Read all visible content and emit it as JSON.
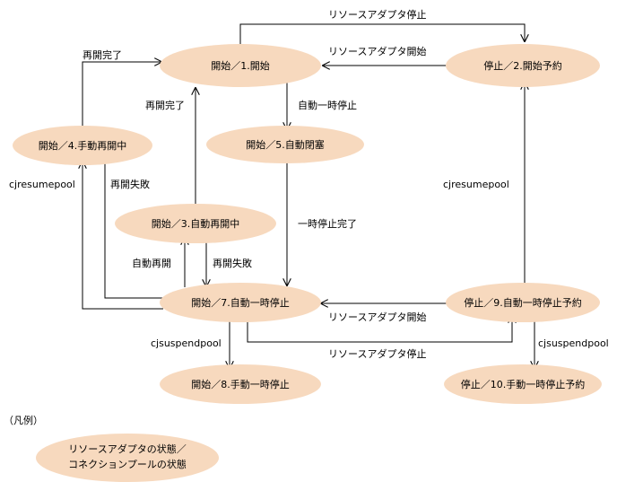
{
  "colors": {
    "node_fill": "#f7d9be",
    "line": "#000000",
    "background": "#ffffff"
  },
  "states": {
    "s1": "開始／1.開始",
    "s2": "停止／2.開始予約",
    "s3": "開始／3.自動再開中",
    "s4": "開始／4.手動再開中",
    "s5": "開始／5.自動閉塞",
    "s7": "開始／7.自動一時停止",
    "s8": "開始／8.手動一時停止",
    "s9": "停止／9.自動一時停止予約",
    "s10": "停止／10.手動一時停止予約"
  },
  "labels": {
    "ra_stop_top": "リソースアダプタ停止",
    "ra_start_top": "リソースアダプタ開始",
    "resume_done_1": "再開完了",
    "resume_done_2": "再開完了",
    "auto_pause": "自動一時停止",
    "cjresumepool_left": "cjresumepool",
    "resume_fail_1": "再開失敗",
    "cjresumepool_right": "cjresumepool",
    "pause_done": "一時停止完了",
    "auto_resume": "自動再開",
    "resume_fail_2": "再開失敗",
    "ra_start_mid": "リソースアダプタ開始",
    "cjsuspendpool_left": "cjsuspendpool",
    "ra_stop_mid": "リソースアダプタ停止",
    "cjsuspendpool_right": "cjsuspendpool"
  },
  "legend": {
    "title": "（凡例）",
    "line1": "リソースアダプタの状態／",
    "line2": "コネクションプールの状態"
  }
}
